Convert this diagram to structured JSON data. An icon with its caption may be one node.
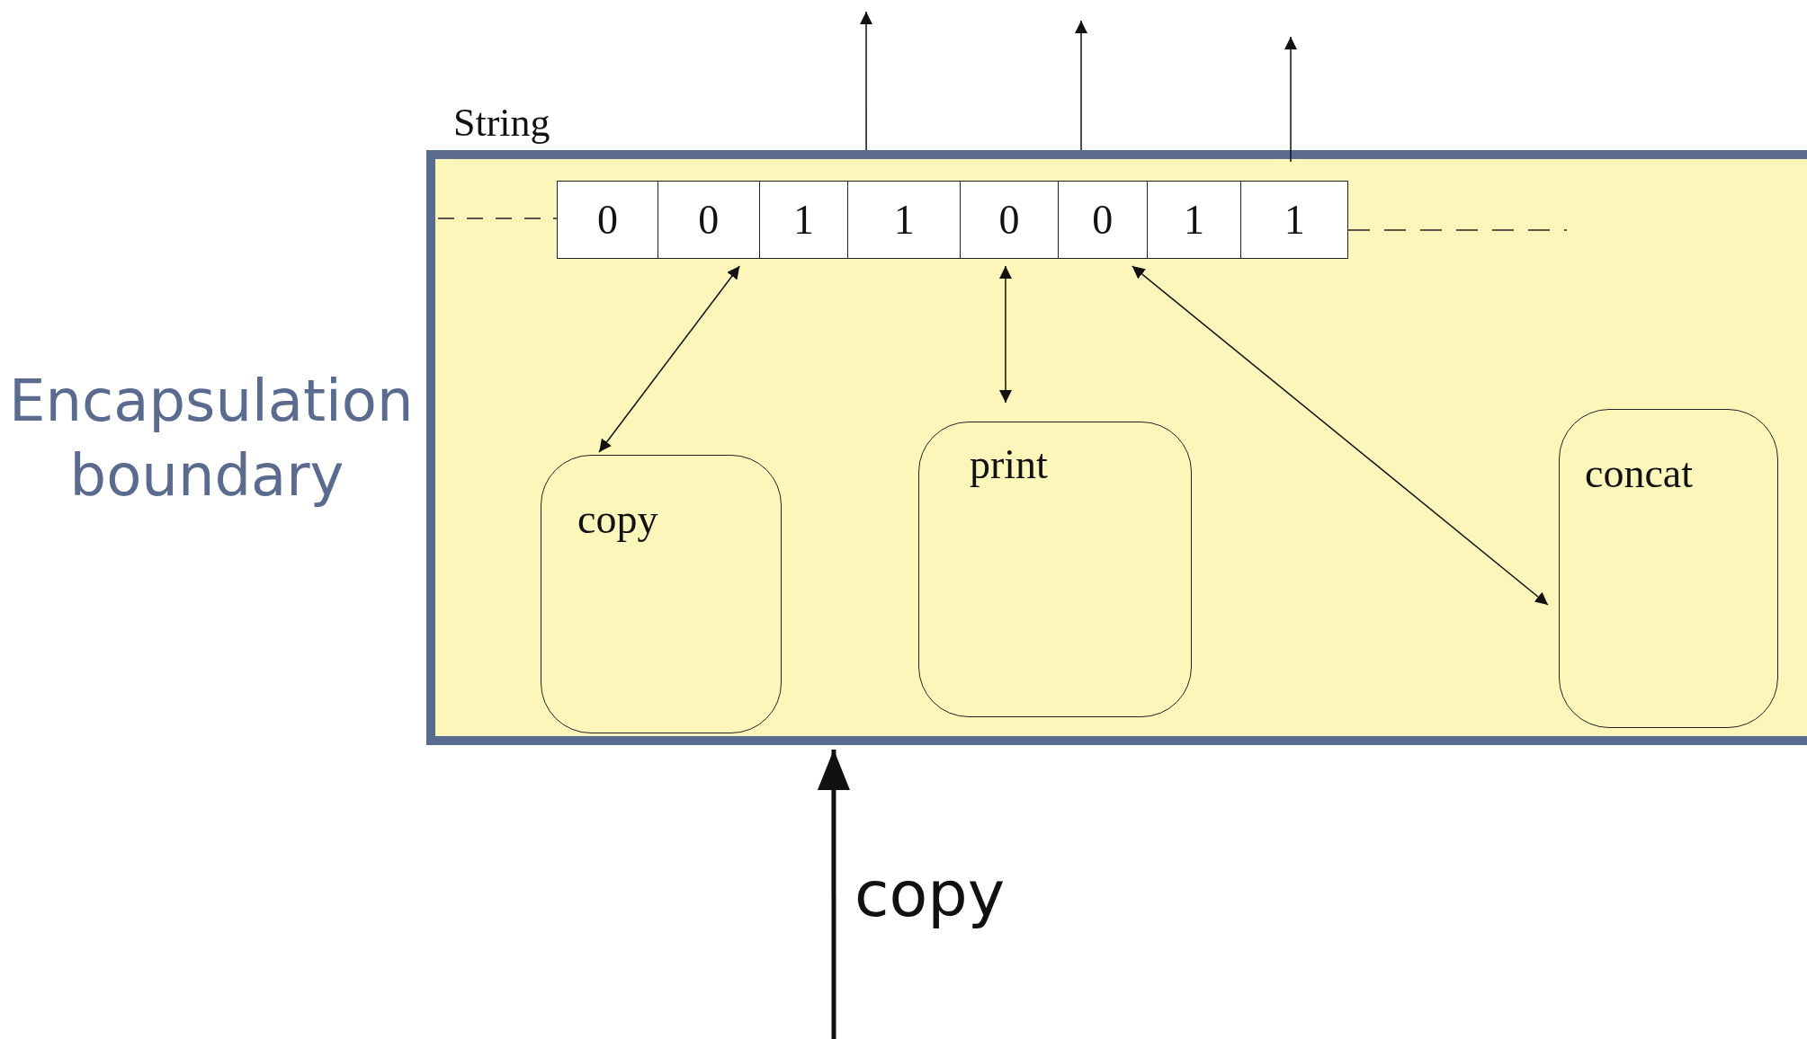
{
  "diagram": {
    "nodes": [
      {
        "text": [
          "String"
        ],
        "beside": [
          "Encapsulation boundary"
        ]
      },
      {
        "text": [
          "0",
          "0",
          "1",
          "1",
          "0",
          "0",
          "1",
          "1"
        ],
        "in": 0
      },
      {
        "text": [
          "copy"
        ],
        "in": 0
      },
      {
        "text": [
          "print"
        ],
        "in": 0
      },
      {
        "text": [
          "concat"
        ],
        "in": 0
      }
    ],
    "edges": [
      {
        "from": 2,
        "to": 1,
        "arrow": "both"
      },
      {
        "from": 3,
        "to": 1,
        "arrow": "both"
      },
      {
        "from": 4,
        "to": 1,
        "arrow": "both"
      },
      {
        "from": 0,
        "to": null,
        "arrow": "to"
      },
      {
        "from": 0,
        "to": null,
        "arrow": "to"
      },
      {
        "from": 0,
        "to": null,
        "arrow": "to"
      },
      {
        "from": null,
        "to": 0,
        "arrow": "to",
        "label": "copy",
        "style": "thick"
      }
    ]
  }
}
